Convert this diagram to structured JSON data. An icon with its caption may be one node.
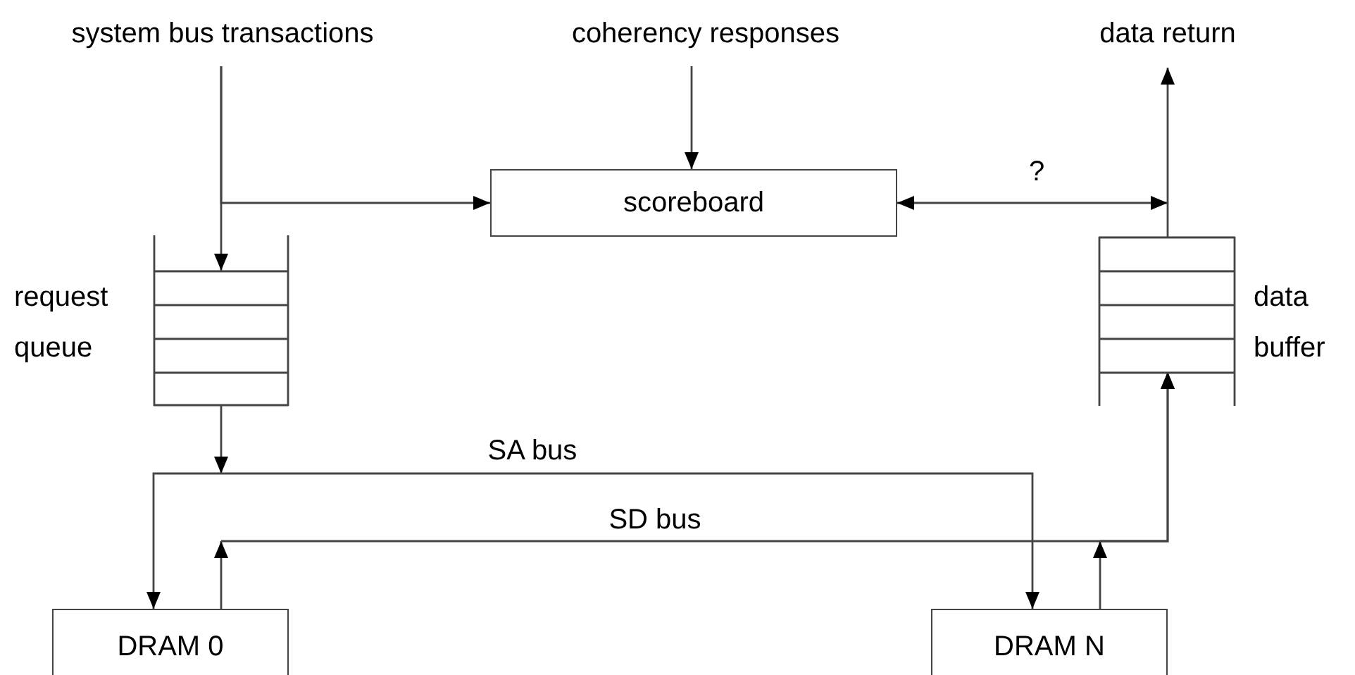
{
  "diagram": {
    "nodes": [
      {
        "text": [
          "system bus transactions"
        ]
      },
      {
        "text": [
          "coherency responses"
        ]
      },
      {
        "text": [
          "data return"
        ]
      },
      {
        "text": [
          "scoreboard"
        ]
      },
      {
        "text": [],
        "shape": "queue",
        "beside": [
          "request queue"
        ]
      },
      {
        "text": [],
        "shape": "queue",
        "beside": [
          "data buffer"
        ]
      },
      {
        "text": [
          "DRAM 0"
        ]
      },
      {
        "text": [
          "DRAM N"
        ]
      }
    ],
    "edges": [
      {
        "from": 0,
        "to": 4,
        "arrow": "to"
      },
      {
        "from": 0,
        "to": 3,
        "arrow": "to"
      },
      {
        "from": 1,
        "to": 3,
        "arrow": "to"
      },
      {
        "from": 3,
        "to": 5,
        "arrow": "both",
        "label": "?"
      },
      {
        "from": 5,
        "to": 2,
        "arrow": "to"
      },
      {
        "from": 4,
        "to": 6,
        "arrow": "to"
      },
      {
        "from": 4,
        "to": 7,
        "arrow": "to",
        "label": "SA bus"
      },
      {
        "from": 6,
        "to": 5,
        "arrow": "to",
        "label": "SD bus"
      },
      {
        "from": 7,
        "to": 5,
        "arrow": "to"
      }
    ]
  }
}
